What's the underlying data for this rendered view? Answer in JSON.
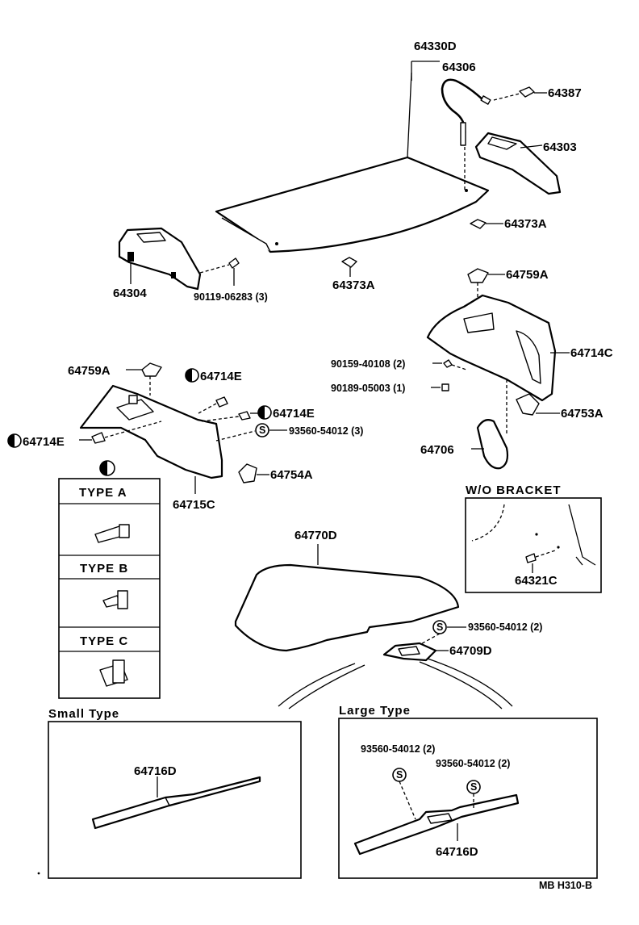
{
  "labels": {
    "p64330d": "64330D",
    "p64306": "64306",
    "p64387": "64387",
    "p64303": "64303",
    "p64373a_r": "64373A",
    "p64304": "64304",
    "p90119": "90119-06283 (3)",
    "p64373a_c": "64373A",
    "p64759a_r": "64759A",
    "p64714c": "64714C",
    "p90159": "90159-40108 (2)",
    "p90189": "90189-05003 (1)",
    "p64753a": "64753A",
    "p64706": "64706",
    "p64759a_l": "64759A",
    "p64714e_1": "64714E",
    "p64714e_2": "64714E",
    "p64714e_3": "64714E",
    "p93560_1": "93560-54012 (3)",
    "p64754a": "64754A",
    "p64715c": "64715C",
    "p64770d": "64770D",
    "p93560_2": "93560-54012 (2)",
    "p64709d": "64709D",
    "p64321c": "64321C",
    "p64716d_s": "64716D",
    "p93560_3": "93560-54012 (2)",
    "p93560_4": "93560-54012 (2)",
    "p64716d_l": "64716D"
  },
  "symbols": {
    "s_letter": "S"
  },
  "type_table": {
    "type_a": "TYPE  A",
    "type_b": "TYPE  B",
    "type_c": "TYPE  C"
  },
  "boxes": {
    "wo_bracket": "W/O  BRACKET",
    "small_type": "Small Type",
    "large_type": "Large Type"
  },
  "footer": {
    "code": "MB  H310-B"
  }
}
